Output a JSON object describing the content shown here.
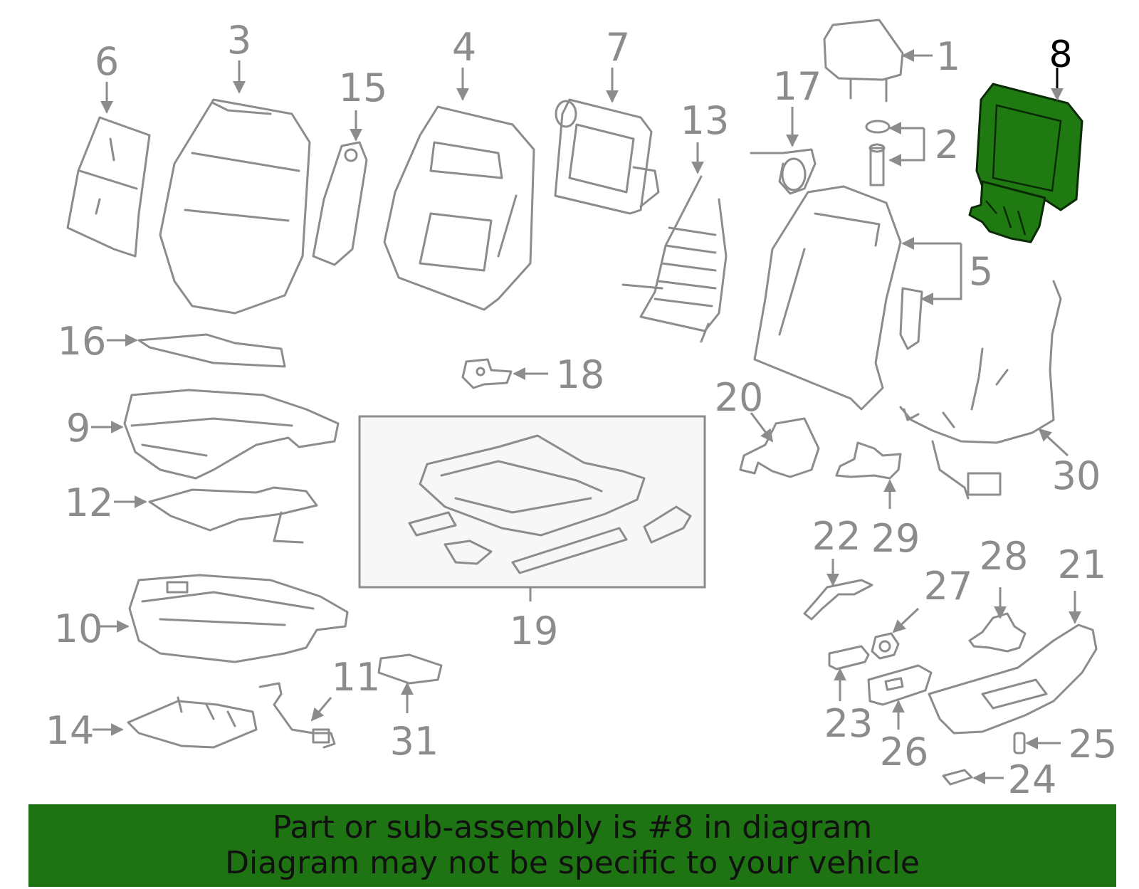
{
  "highlighted_part": "8",
  "callouts": [
    "1",
    "2",
    "3",
    "4",
    "5",
    "6",
    "7",
    "8",
    "9",
    "10",
    "11",
    "12",
    "13",
    "14",
    "15",
    "16",
    "17",
    "18",
    "19",
    "20",
    "21",
    "22",
    "23",
    "24",
    "25",
    "26",
    "27",
    "28",
    "29",
    "30",
    "31"
  ],
  "banner": {
    "line1": "Part or sub-assembly is #8 in diagram",
    "line2": "Diagram may not be specific to your vehicle"
  },
  "colors": {
    "highlight": "#1f7a12",
    "banner": "#1e7412",
    "line": "#8c8c8c"
  }
}
